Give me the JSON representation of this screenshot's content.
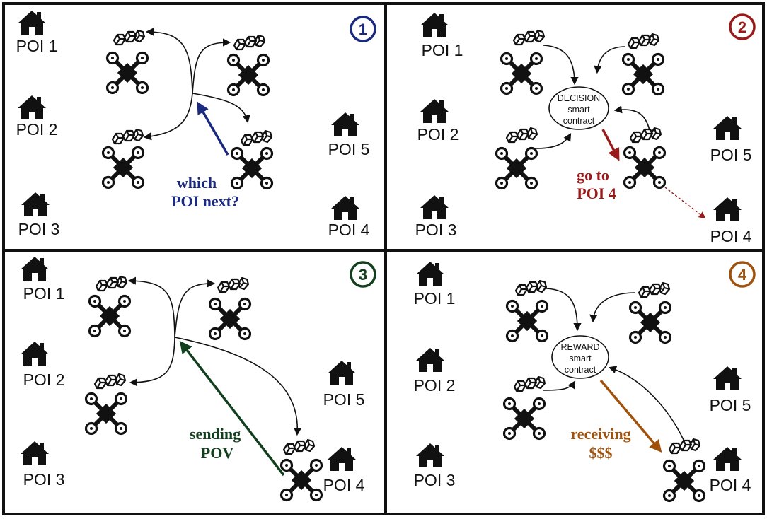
{
  "colors": {
    "panel1": "#1a2a80",
    "panel2": "#9a1a1a",
    "panel3": "#12401f",
    "panel4": "#a0520c"
  },
  "icons": {
    "poi": "house-icon",
    "drone": "quadcopter-drone-icon",
    "payload": "cube-cargo-icon"
  },
  "panels": [
    {
      "number": "1",
      "caption_lines": [
        "which",
        "POI next?"
      ],
      "pois": [
        "POI 1",
        "POI 2",
        "POI 3",
        "POI 4",
        "POI 5"
      ]
    },
    {
      "number": "2",
      "contract_lines": [
        "DECISION",
        "smart",
        "contract"
      ],
      "caption_lines": [
        "go to",
        "POI 4"
      ],
      "pois": [
        "POI 1",
        "POI 2",
        "POI 3",
        "POI 4",
        "POI 5"
      ]
    },
    {
      "number": "3",
      "caption_lines": [
        "sending",
        "POV"
      ],
      "pois": [
        "POI 1",
        "POI 2",
        "POI 3",
        "POI 4",
        "POI 5"
      ]
    },
    {
      "number": "4",
      "contract_lines": [
        "REWARD",
        "smart",
        "contract"
      ],
      "caption_lines": [
        "receiving",
        "$$$"
      ],
      "pois": [
        "POI 1",
        "POI 2",
        "POI 3",
        "POI 4",
        "POI 5"
      ]
    }
  ]
}
